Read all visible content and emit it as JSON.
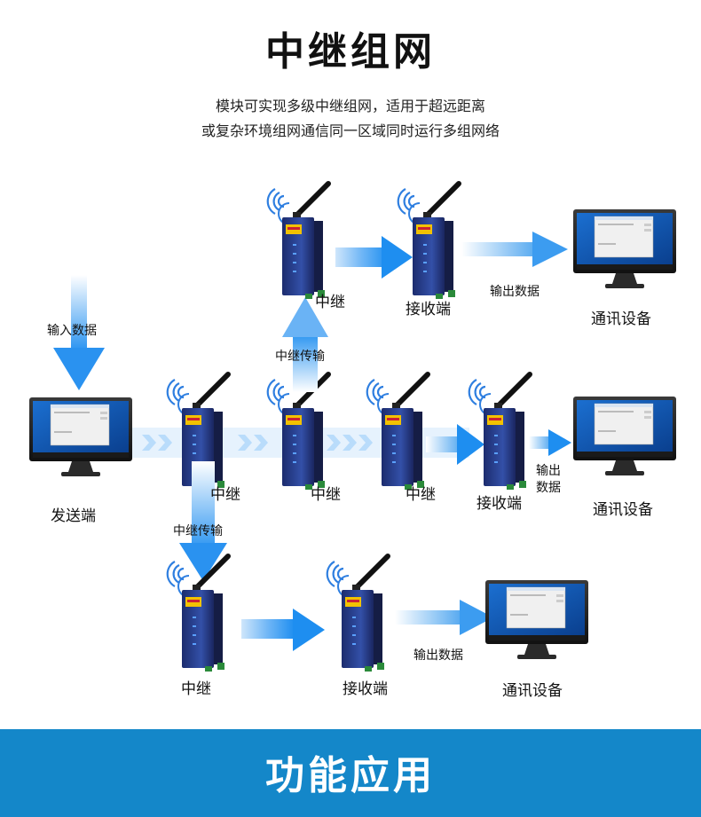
{
  "title": "中继组网",
  "subtitle_line1": "模块可实现多级中继组网，适用于超远距离",
  "subtitle_line2": "或复杂环境组网通信同一区域同时运行多组网络",
  "labels": {
    "relay": "中继",
    "receiver": "接收端",
    "sender": "发送端",
    "comm_device": "通讯设备",
    "output_data": "输出数据",
    "output_data_l1": "输出",
    "output_data_l2": "数据",
    "input_data": "输入数据",
    "relay_transmission": "中继传输"
  },
  "banner": "功能应用",
  "colors": {
    "banner": "#1487c9",
    "arrow": "#1e8ef0",
    "device": "#2a3f8f"
  }
}
